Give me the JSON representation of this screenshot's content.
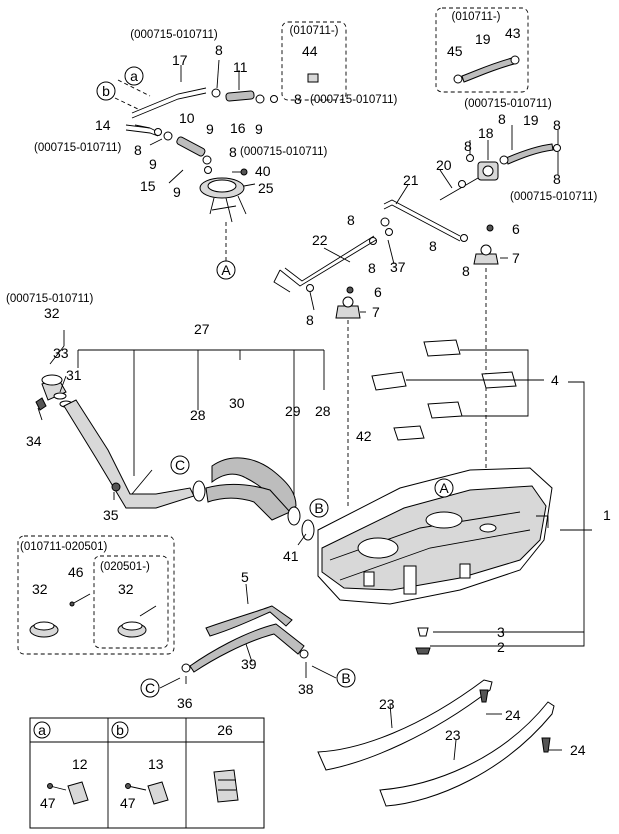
{
  "part_numbers": {
    "p1": "1",
    "p2": "2",
    "p3": "3",
    "p4": "4",
    "p5": "5",
    "p6a": "6",
    "p6b": "6",
    "p7a": "7",
    "p7b": "7",
    "p8_1": "8",
    "p8_2": "8",
    "p8_3": "8",
    "p8_4": "8",
    "p8_5": "8",
    "p8_6": "8",
    "p8_7": "8",
    "p8_8": "8",
    "p8_9": "8",
    "p8_10": "8",
    "p8_11": "8",
    "p8_12": "8",
    "p8_13": "8",
    "p9_1": "9",
    "p9_2": "9",
    "p9_3": "9",
    "p9_4": "9",
    "p10": "10",
    "p11": "11",
    "p12": "12",
    "p13": "13",
    "p14": "14",
    "p15": "15",
    "p16": "16",
    "p17": "17",
    "p18": "18",
    "p19a": "19",
    "p19b": "19",
    "p20": "20",
    "p21": "21",
    "p22": "22",
    "p23a": "23",
    "p23b": "23",
    "p24a": "24",
    "p24b": "24",
    "p25": "25",
    "p26": "26",
    "p27": "27",
    "p28a": "28",
    "p28b": "28",
    "p29": "29",
    "p30": "30",
    "p31": "31",
    "p32a": "32",
    "p32b": "32",
    "p32c": "32",
    "p33": "33",
    "p34": "34",
    "p35": "35",
    "p36": "36",
    "p37": "37",
    "p38": "38",
    "p39": "39",
    "p40": "40",
    "p41": "41",
    "p42": "42",
    "p43": "43",
    "p44": "44",
    "p45": "45",
    "p46": "46",
    "p47a": "47",
    "p47b": "47"
  },
  "date_codes": {
    "d_top_left": "(000715-010711)",
    "d_box44": "(010711-)",
    "d_box_top_right": "(010711-)",
    "d_right_9": "(000715-010711)",
    "d_left_8": "(000715-010711)",
    "d_mid_8": "(000715-010711)",
    "d_right_18": "(000715-010711)",
    "d_right_8": "(000715-010711)",
    "d_cap": "(000715-010711)",
    "d_box_cap": "(010711-020501)",
    "d_box_cap_inner": "(020501-)"
  },
  "callouts": {
    "a": "a",
    "b": "b",
    "A1": "A",
    "A2": "A",
    "B1": "B",
    "B2": "B",
    "C1": "C",
    "C2": "C"
  },
  "legend": {
    "col_a": "a",
    "col_b": "b",
    "col_26": "26"
  }
}
